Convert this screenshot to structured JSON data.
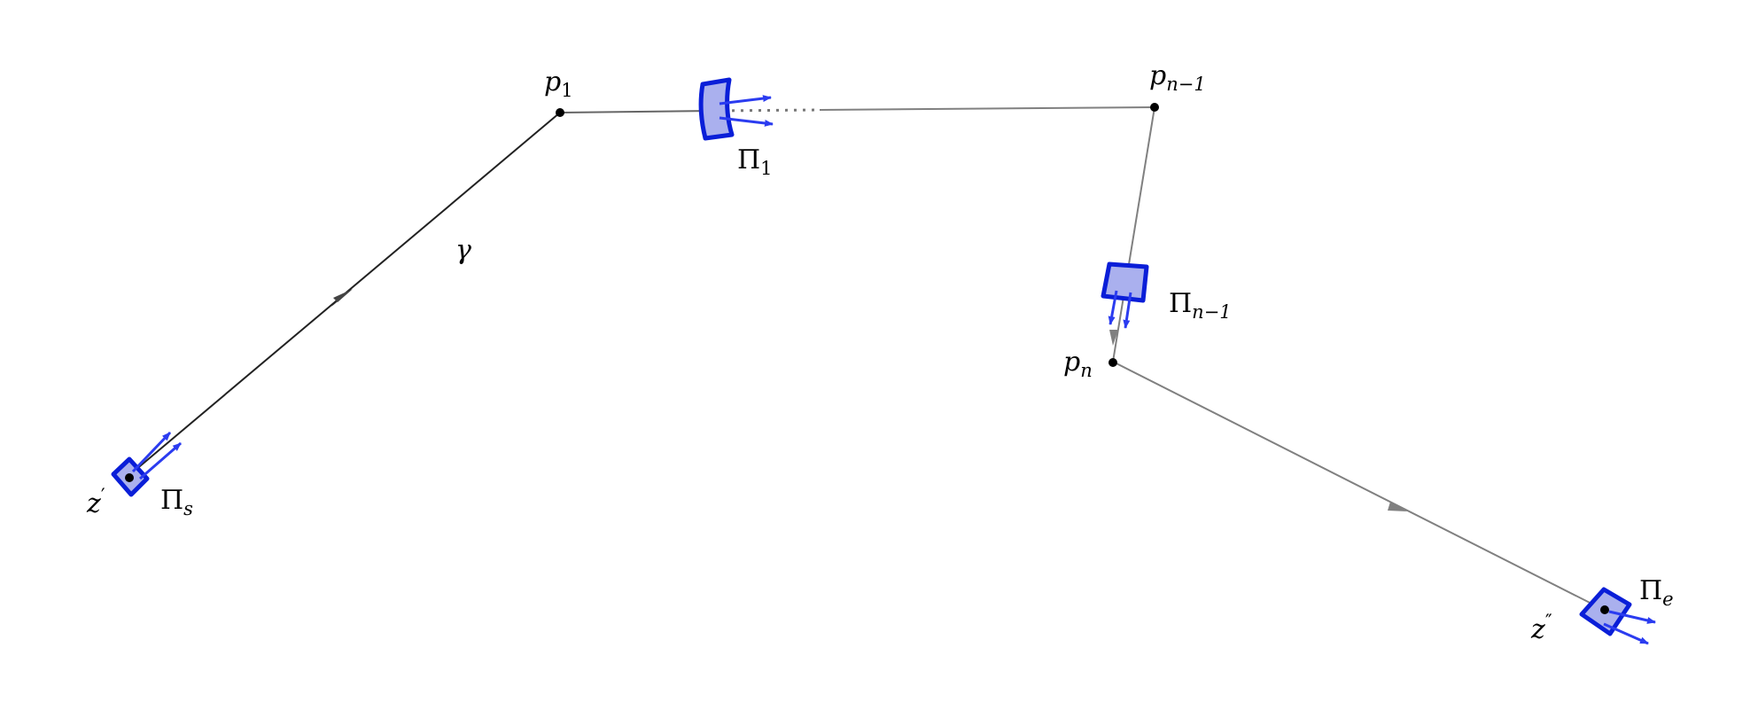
{
  "diagram": {
    "points": {
      "p1": {
        "base": "p",
        "sub": "1"
      },
      "pn_minus_1": {
        "base": "p",
        "sub": "n−1"
      },
      "pn": {
        "base": "p",
        "sub": "n"
      },
      "z_start": {
        "base": "z",
        "prime": "′"
      },
      "z_end": {
        "base": "z",
        "prime": "″"
      }
    },
    "path_label": "γ",
    "patches": {
      "start": {
        "base": "Π",
        "sub": "s"
      },
      "first": {
        "base": "Π",
        "sub": "1"
      },
      "n_minus_1": {
        "base": "Π",
        "sub": "n−1"
      },
      "end": {
        "base": "Π",
        "sub": "e"
      }
    },
    "colors": {
      "patch_fill": "#aab0ee",
      "patch_stroke": "#0a1ed8",
      "vector": "#2b3cf0",
      "path_dark": "#222222",
      "path_gray": "#808080"
    }
  }
}
